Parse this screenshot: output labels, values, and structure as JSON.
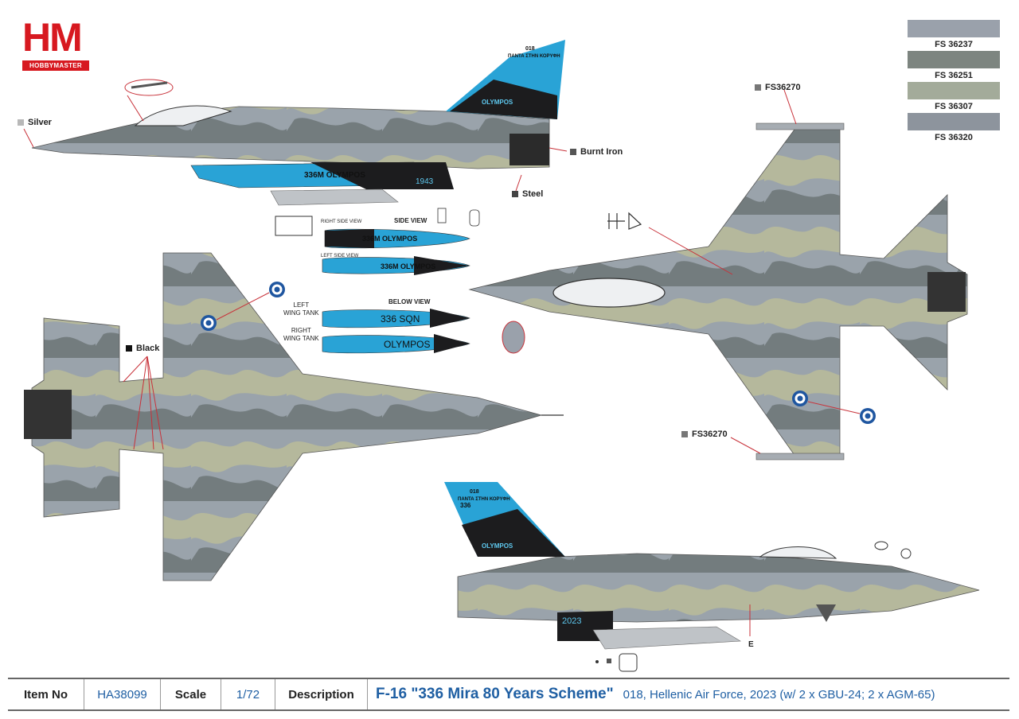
{
  "logo": {
    "mark": "HM",
    "sub": "HOBBYMASTER"
  },
  "paint_chips": [
    {
      "code": "FS 36237",
      "color": "#9aa1ab"
    },
    {
      "code": "FS 36251",
      "color": "#7d8580"
    },
    {
      "code": "FS 36307",
      "color": "#a3ab9a"
    },
    {
      "code": "FS 36320",
      "color": "#8d949d"
    }
  ],
  "colors": {
    "grey_light": "#a7aeb6",
    "grey_mid": "#8a949c",
    "khaki": "#b5b89c",
    "dark_grey": "#6c7476",
    "tail_blue": "#29a3d6",
    "black": "#1c1c1e",
    "roundel_blue": "#1f56a0",
    "leader_red": "#c8323a"
  },
  "callouts": {
    "silver": "Silver",
    "burnt_iron": "Burnt Iron",
    "steel": "Steel",
    "black": "Black",
    "fs_top": "FS36270",
    "fs_bottom": "FS36270"
  },
  "swatch_colors": {
    "silver": "#b8b8b8",
    "burnt_iron": "#555555",
    "steel": "#444444",
    "black": "#111111",
    "fs": "#777777"
  },
  "tank_labels": {
    "right_side_view": "RIGHT SIDE VIEW",
    "left_side_view": "LEFT SIDE VIEW",
    "side_view": "SIDE  VIEW",
    "below_view": "BELOW VIEW",
    "left_wing_tank": "LEFT\nWING TANK",
    "right_wing_tank": "RIGHT\nWING TANK",
    "tank_texts": {
      "right_side": "336M OLYMPOS",
      "left_side": "336M OLYMPOS",
      "below_left": "336 SQN",
      "below_right": "OLYMPOS",
      "fuselage_tank": "336M OLYMPOS",
      "year_top": "1943",
      "year_bottom": "2023"
    }
  },
  "tail_text": {
    "serial": "018",
    "motto": "ΠΑΝΤΑ ΣΤΗΝ ΚΟΡΥΦΗ",
    "squadron": "336",
    "olympos": "OLYMPOS"
  },
  "marker_e": "E",
  "info": {
    "item_no_label": "Item No",
    "item_no": "HA38099",
    "scale_label": "Scale",
    "scale": "1/72",
    "description_label": "Description",
    "title": "F-16 \"336 Mira 80 Years Scheme\"",
    "subtitle": "018, Hellenic Air Force, 2023 (w/ 2 x GBU-24; 2 x AGM-65)"
  }
}
